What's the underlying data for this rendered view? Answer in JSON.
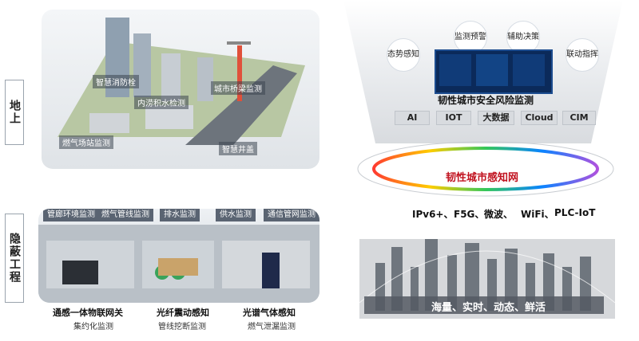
{
  "left": {
    "label_ground": "地上",
    "label_underground": "隐蔽工程",
    "ground_tags": [
      "智慧消防栓",
      "城市桥梁监测",
      "内涝积水检测",
      "燃气场站监测",
      "智慧井盖"
    ],
    "under_tags": [
      "管廊环境监测",
      "燃气管线监测",
      "排水监测",
      "供水监测",
      "通信管网监测"
    ],
    "devices": [
      {
        "title": "通感一体物联网关",
        "sub": "集约化监测"
      },
      {
        "title": "光纤震动感知",
        "sub": "管线挖断监测"
      },
      {
        "title": "光谱气体感知",
        "sub": "燃气泄漏监测"
      }
    ]
  },
  "right": {
    "bubbles": [
      "态势感知",
      "监测预警",
      "辅助决策",
      "联动指挥"
    ],
    "platform_title": "韧性城市安全风险监测",
    "tech_bar": [
      "AI",
      "IOT",
      "大数据",
      "Cloud",
      "CIM"
    ],
    "network_title": "韧性城市感知网",
    "protocols": [
      "IPv6+、",
      "F5G、",
      "微波、",
      "WiFi、",
      "PLC-IoT"
    ],
    "city_caption": "海量、实时、动态、鲜活"
  },
  "colors": {
    "accent": "#c1121f",
    "ring": "rainbow"
  }
}
